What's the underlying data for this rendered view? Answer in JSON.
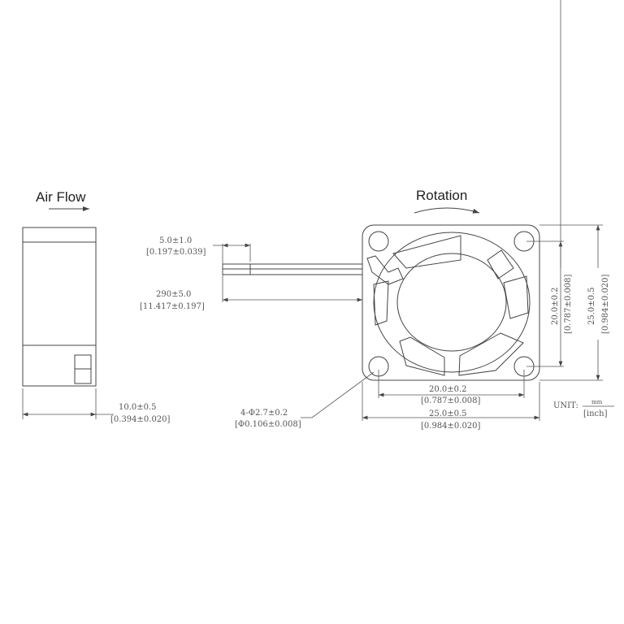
{
  "labels": {
    "air_flow": "Air Flow",
    "rotation": "Rotation"
  },
  "dimensions": {
    "lead_strip_mm": "5.0±1.0",
    "lead_strip_in": "[0.197±0.039]",
    "lead_length_mm": "290±5.0",
    "lead_length_in": "[11.417±0.197]",
    "thickness_mm": "10.0±0.5",
    "thickness_in": "[0.394±0.020]",
    "hole_mm": "4-Φ2.7±0.2",
    "hole_in": "[Φ0.106±0.008]",
    "hole_pitch_h_mm": "20.0±0.2",
    "hole_pitch_h_in": "[0.787±0.008]",
    "width_mm": "25.0±0.5",
    "width_in": "[0.984±0.020]",
    "hole_pitch_v_mm": "20.0±0.2",
    "hole_pitch_v_in": "[0.787±0.008]",
    "height_mm": "25.0±0.5",
    "height_in": "[0.984±0.020]"
  },
  "unit": {
    "label": "UNIT:",
    "numerator": "mm",
    "denominator": "[inch]"
  }
}
